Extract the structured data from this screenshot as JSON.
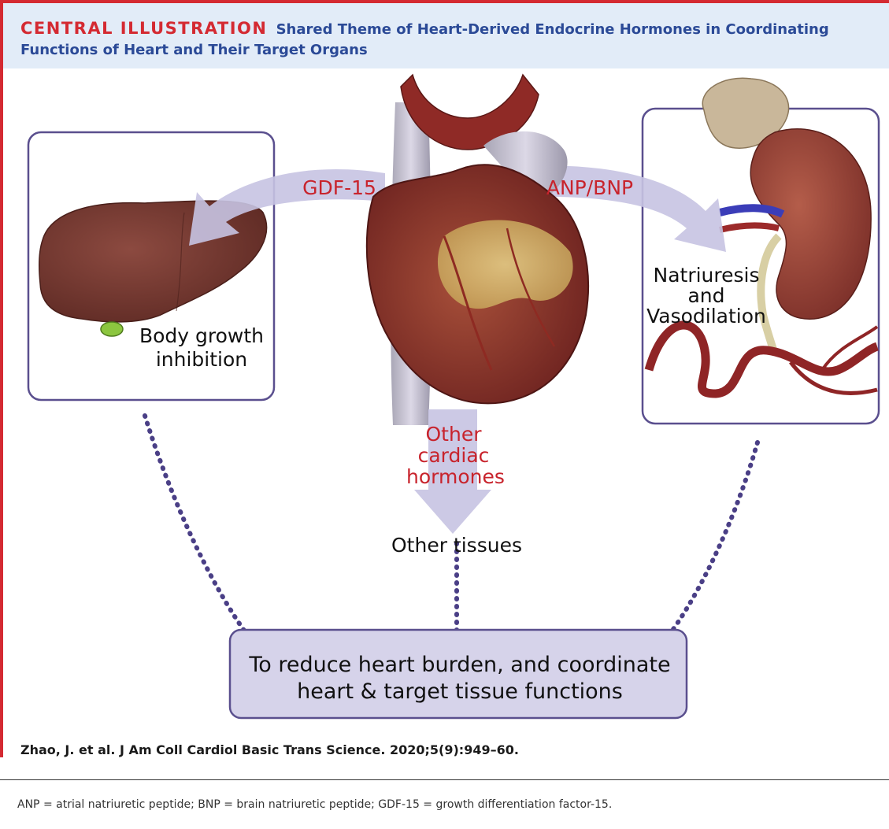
{
  "header": {
    "kicker": "CENTRAL ILLUSTRATION",
    "title": "Shared Theme of Heart-Derived Endocrine Hormones in Coordinating Functions of Heart and Their Target Organs"
  },
  "liver_panel": {
    "label_line1": "Body growth",
    "label_line2": "inhibition"
  },
  "kidney_panel": {
    "label_line1": "Natriuresis",
    "label_line2": "and",
    "label_line3": "Vasodilation"
  },
  "arrows": {
    "left_label": "GDF-15",
    "right_label": "ANP/BNP",
    "down_label_line1": "Other",
    "down_label_line2": "cardiac",
    "down_label_line3": "hormones"
  },
  "other_tissues": "Other tissues",
  "result": {
    "line1": "To reduce heart burden, and coordinate",
    "line2": "heart & target tissue functions"
  },
  "citation": "Zhao, J. et al. J Am Coll Cardiol Basic Trans Science. 2020;5(9):949–60.",
  "footnote": "ANP = atrial natriuretic peptide; BNP = brain natriuretic peptide; GDF-15 = growth differentiation factor-15.",
  "colors": {
    "accent_red": "#d42a32",
    "header_bg": "#e2ecf8",
    "title_blue": "#2b4a97",
    "box_stroke": "#5a4f8e",
    "arrow_fill": "#c7c3e2",
    "result_fill": "#d6d3ea"
  }
}
